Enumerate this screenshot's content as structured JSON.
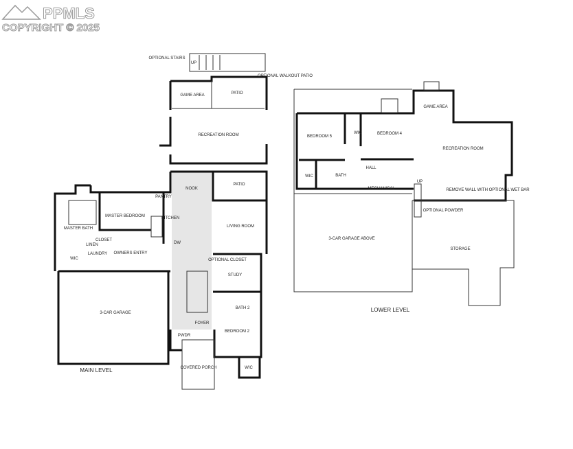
{
  "watermark": {
    "brand": "PPMLS",
    "copyright": "COPYRIGHT © 2025"
  },
  "main_level": {
    "title": "MAIN LEVEL",
    "optional_stairs": "OPTIONAL STAIRS",
    "stairs_up": "UP",
    "optional_walkout_patio": "OPTIONAL WALKOUT PATIO",
    "game_area": "GAME AREA",
    "patio_upper": "PATIO",
    "recreation_room": "RECREATION ROOM",
    "nook": "NOOK",
    "patio": "PATIO",
    "pantry": "PANTRY",
    "kitchen": "KITCHEN",
    "dw": "DW",
    "master_bedroom": "MASTER BEDROOM",
    "master_bath": "MASTER BATH",
    "wic": "WIC",
    "linen": "LINEN",
    "closet": "CLOSET",
    "laundry": "LAUNDRY",
    "owners_entry": "OWNERS ENTRY",
    "living_room": "LIVING ROOM",
    "optional_closet": "OPTIONAL CLOSET",
    "study": "STUDY",
    "bath_2": "BATH 2",
    "garage": "3-CAR GARAGE",
    "foyer": "FOYER",
    "pwdr": "PWDR",
    "bedroom_2": "BEDROOM 2",
    "wic_2": "WIC",
    "covered_porch": "COVERED PORCH"
  },
  "lower_level": {
    "title": "LOWER LEVEL",
    "bedroom_5": "BEDROOM 5",
    "bedroom_4": "BEDROOM 4",
    "wic_a": "WIC",
    "wic_b": "WIC",
    "bath": "BATH",
    "hall": "HALL",
    "mechanical": "MECHANICAL",
    "game_area": "GAME AREA",
    "recreation_room": "RECREATION ROOM",
    "wet_bar_note": "REMOVE WALL WITH OPTIONAL WET BAR",
    "stairs_up": "UP",
    "optional_powder": "OPTIONAL POWDER",
    "garage_above": "3-CAR GARAGE ABOVE",
    "storage": "STORAGE"
  }
}
